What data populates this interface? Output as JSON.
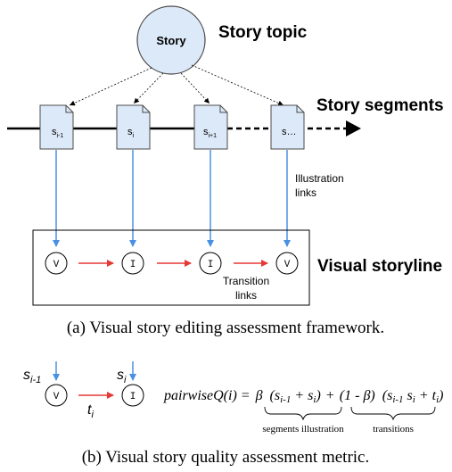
{
  "topic": {
    "circle_label": "Story",
    "heading": "Story topic",
    "fill": "#dce9f8",
    "stroke": "#4a4a4a"
  },
  "segments": {
    "heading": "Story segments",
    "docs": [
      {
        "base": "s",
        "sub": "i-1"
      },
      {
        "base": "s",
        "sub": "i"
      },
      {
        "base": "s",
        "sub": "i+1"
      },
      {
        "base": "s…",
        "sub": ""
      }
    ],
    "doc_fill": "#dce9f8"
  },
  "illustration_label": [
    "Illustration",
    "links"
  ],
  "transition_label": [
    "Transition",
    "links"
  ],
  "storyline": {
    "heading": "Visual storyline",
    "nodes": [
      "V",
      "I",
      "I",
      "V"
    ]
  },
  "caption_a": "(a) Visual story editing assessment framework.",
  "metric": {
    "s_prev": {
      "base": "s",
      "sub": "i-1"
    },
    "s_cur": {
      "base": "s",
      "sub": "i"
    },
    "node_v": "V",
    "node_i": "I",
    "t_label": {
      "base": "t",
      "sub": "i"
    },
    "formula_lhs": "pairwiseQ(i) =",
    "beta": "β",
    "term1_open": "(s",
    "term1_sub1": "i-1",
    "term1_mid": " + s",
    "term1_sub2": "i",
    "term1_close": ")",
    "plus": "+",
    "term2_coef": "(1 - β)",
    "term2_open": "(s",
    "term2_sub1": "i-1",
    "term2_mid": " s",
    "term2_sub2": "i",
    "term2_mid2": " + t",
    "term2_sub3": "i",
    "term2_close": ")",
    "brace1_label": "segments illustration",
    "brace2_label": "transitions"
  },
  "caption_b": "(b) Visual story quality assessment metric.",
  "colors": {
    "blue_arrow": "#4a90e2",
    "red_arrow": "#e53935",
    "black": "#000000"
  }
}
